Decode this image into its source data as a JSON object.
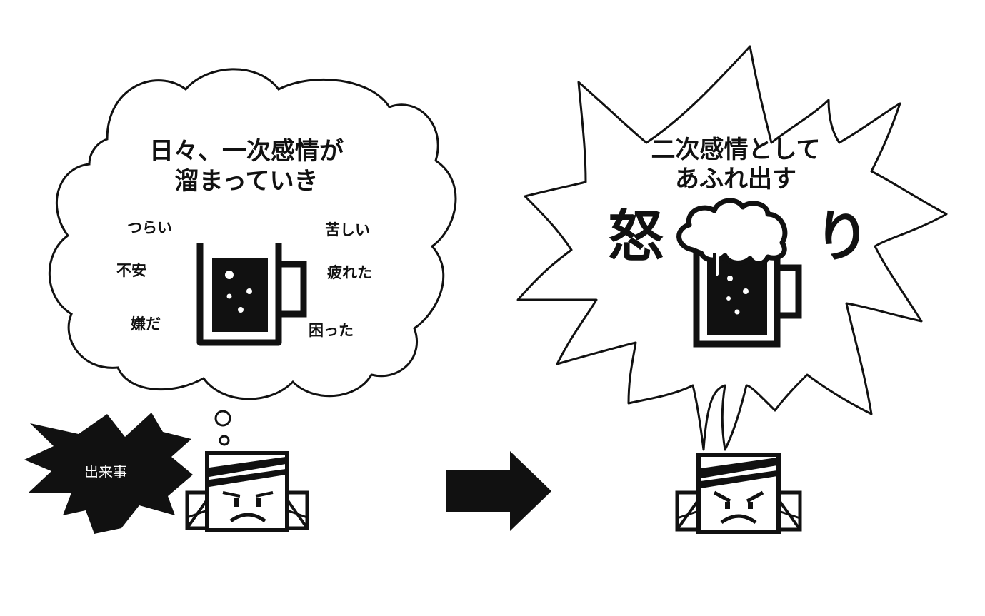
{
  "left_panel": {
    "title_line1": "日々、一次感情が",
    "title_line2": "溜まっていき",
    "emotions": [
      "つらい",
      "苦しい",
      "不安",
      "疲れた",
      "嫌だ",
      "困った"
    ],
    "event_label": "出来事"
  },
  "right_panel": {
    "title_line1": "二次感情として",
    "title_line2": "あふれ出す",
    "anger_left": "怒",
    "anger_right": "り"
  },
  "icons": [
    "thought-cloud",
    "explosion-burst",
    "beer-mug-icon",
    "overflowing-beer-mug-icon",
    "worried-face-icon",
    "angry-face-icon",
    "right-arrow-icon"
  ],
  "colors": {
    "ink": "#111111",
    "background": "#ffffff"
  }
}
